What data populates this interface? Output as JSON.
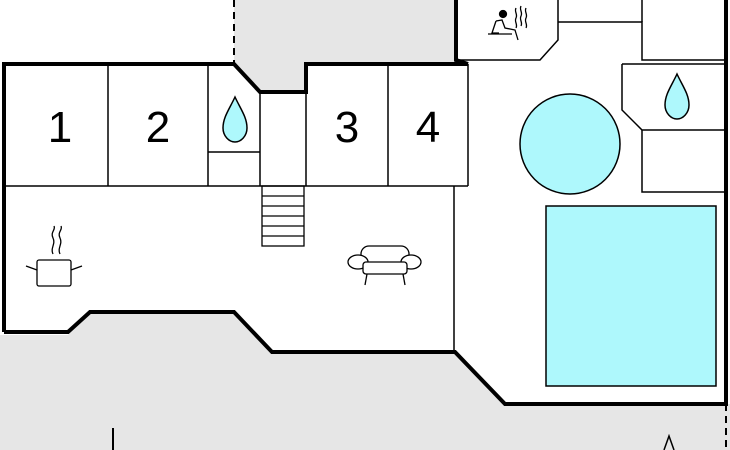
{
  "floorplan": {
    "room_labels": [
      "1",
      "2",
      "3",
      "4"
    ],
    "icons": [
      "sauna-icon",
      "water-drop-icon",
      "water-drop-icon",
      "stairs-icon",
      "cooking-pot-icon",
      "sofa-icon"
    ],
    "colors": {
      "wall": "#000000",
      "outside_area": "#e6e6e6",
      "interior": "#ffffff",
      "water": "#aef8fc"
    }
  }
}
